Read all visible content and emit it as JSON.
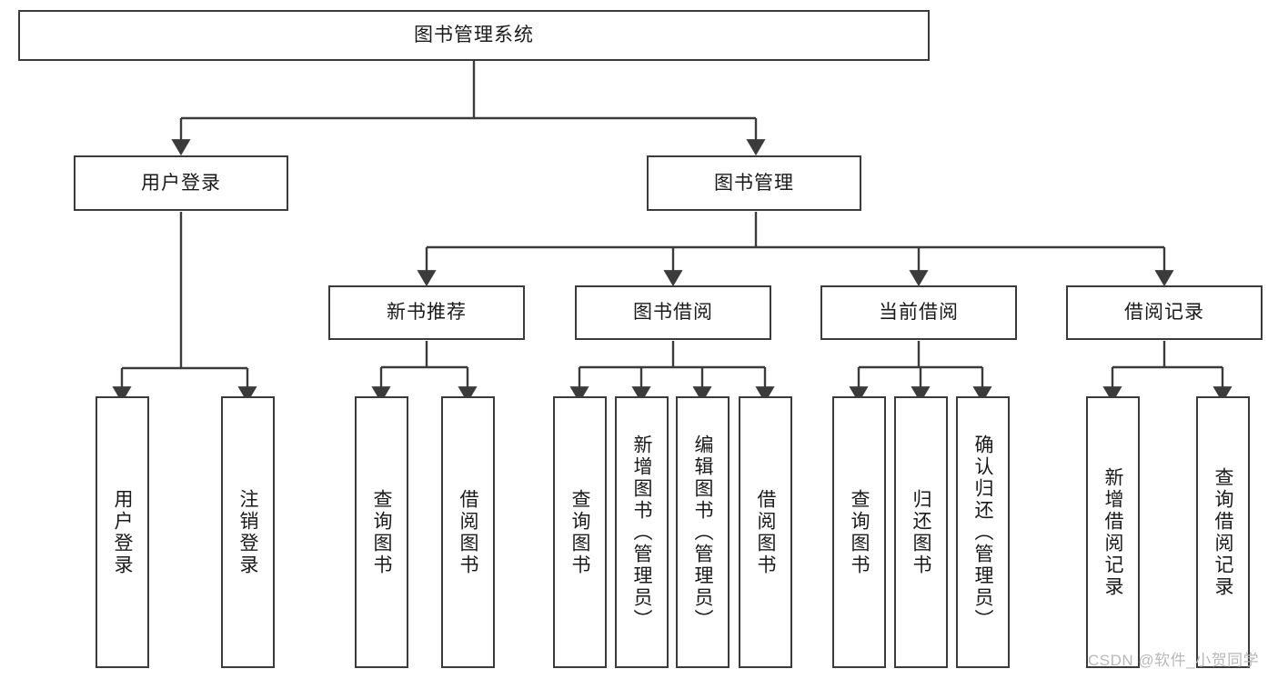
{
  "diagram": {
    "title": "图书管理系统",
    "type": "tree-hierarchy",
    "root": {
      "label": "图书管理系统"
    },
    "level2": [
      {
        "label": "用户登录"
      },
      {
        "label": "图书管理"
      }
    ],
    "level3": [
      {
        "label": "新书推荐"
      },
      {
        "label": "图书借阅"
      },
      {
        "label": "当前借阅"
      },
      {
        "label": "借阅记录"
      }
    ],
    "leaves": {
      "user_login": [
        {
          "label": "用户登录"
        },
        {
          "label": "注销登录"
        }
      ],
      "new_book_recommend": [
        {
          "label": "查询图书"
        },
        {
          "label": "借阅图书"
        }
      ],
      "book_borrow": [
        {
          "label": "查询图书"
        },
        {
          "label": "新增图书（管理员）"
        },
        {
          "label": "编辑图书（管理员）"
        },
        {
          "label": "借阅图书"
        }
      ],
      "current_borrow": [
        {
          "label": "查询图书"
        },
        {
          "label": "归还图书"
        },
        {
          "label": "确认归还（管理员）"
        }
      ],
      "borrow_record": [
        {
          "label": "新增借阅记录"
        },
        {
          "label": "查询借阅记录"
        }
      ]
    }
  },
  "watermark": {
    "text": "CSDN @软件_小贺同学"
  },
  "colors": {
    "stroke": "#3b3b3b",
    "background": "#ffffff",
    "text": "#1a1a1a",
    "watermark": "#b8b8b8"
  }
}
